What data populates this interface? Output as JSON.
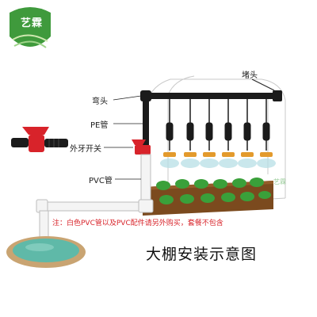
{
  "brand": {
    "name": "艺霖"
  },
  "labels": {
    "plug": "堵头",
    "elbow": "弯头",
    "pe_pipe": "PE管",
    "valve": "外牙开关",
    "pvc_pipe": "PVC管"
  },
  "note": "注：白色PVC管以及PVC配件请另外购买，套餐不包含",
  "title": "大棚安装示意图",
  "watermark": "艺霖",
  "colors": {
    "brand_green": "#3f9a3c",
    "valve_red": "#d8232a",
    "soil": "#7b4a1e",
    "pipe_black": "#1b1b1b",
    "water": "#5fb9a8"
  }
}
